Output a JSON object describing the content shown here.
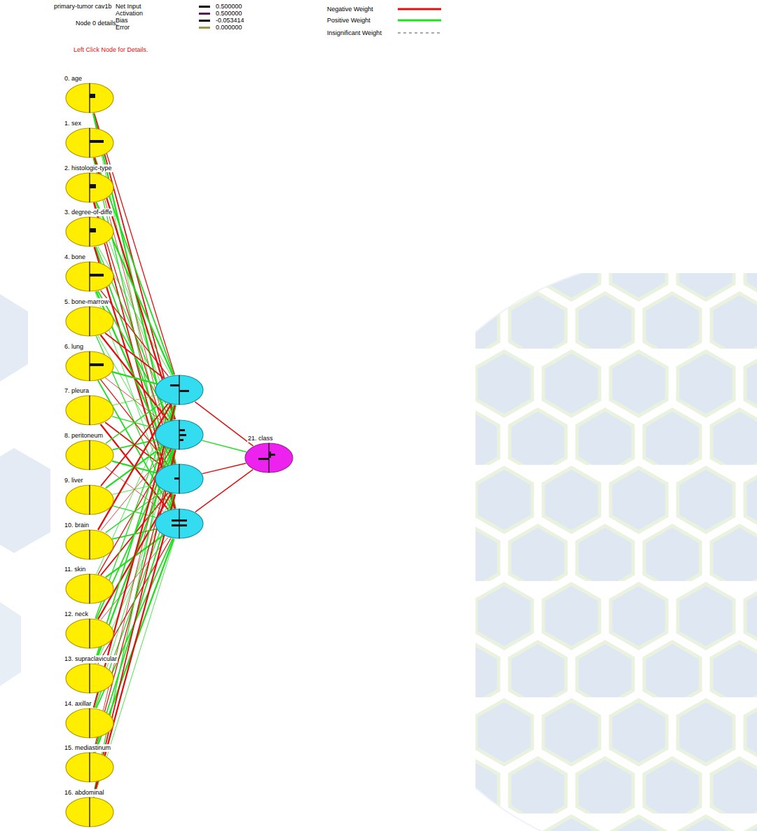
{
  "diagram": {
    "nodes": [
      {
        "text": [
          "0. age"
        ]
      },
      {
        "text": [
          "1. sex"
        ]
      },
      {
        "text": [
          "2. histologic-type"
        ]
      },
      {
        "text": [
          "3. degree-of-diffe"
        ]
      },
      {
        "text": [
          "4. bone"
        ]
      },
      {
        "text": [
          "5. bone-marrow"
        ]
      },
      {
        "text": [
          "6. lung"
        ]
      },
      {
        "text": [
          "7. pleura"
        ]
      },
      {
        "text": [
          "8. peritoneum"
        ]
      },
      {
        "text": [
          "9. liver"
        ]
      },
      {
        "text": [
          "10. brain"
        ]
      },
      {
        "text": [
          "11. skin"
        ]
      },
      {
        "text": [
          "12. neck"
        ]
      },
      {
        "text": [
          "13. supraclavicular"
        ]
      },
      {
        "text": [
          "14. axillar"
        ]
      },
      {
        "text": [
          "15. mediastinum"
        ]
      },
      {
        "text": [
          "16. abdominal"
        ]
      },
      {
        "text": []
      },
      {
        "text": []
      },
      {
        "text": []
      },
      {
        "text": []
      },
      {
        "text": [
          "21. class"
        ]
      }
    ],
    "edges": [
      {
        "from": 0,
        "to": 17,
        "arrow": "none"
      },
      {
        "from": 0,
        "to": 18,
        "arrow": "none"
      },
      {
        "from": 0,
        "to": 19,
        "arrow": "none"
      },
      {
        "from": 0,
        "to": 20,
        "arrow": "none"
      },
      {
        "from": 1,
        "to": 17,
        "arrow": "none"
      },
      {
        "from": 1,
        "to": 18,
        "arrow": "none"
      },
      {
        "from": 1,
        "to": 19,
        "arrow": "none"
      },
      {
        "from": 1,
        "to": 20,
        "arrow": "none"
      },
      {
        "from": 2,
        "to": 17,
        "arrow": "none"
      },
      {
        "from": 2,
        "to": 18,
        "arrow": "none"
      },
      {
        "from": 2,
        "to": 19,
        "arrow": "none"
      },
      {
        "from": 2,
        "to": 20,
        "arrow": "none"
      },
      {
        "from": 3,
        "to": 17,
        "arrow": "none"
      },
      {
        "from": 3,
        "to": 18,
        "arrow": "none"
      },
      {
        "from": 3,
        "to": 19,
        "arrow": "none"
      },
      {
        "from": 3,
        "to": 20,
        "arrow": "none"
      },
      {
        "from": 4,
        "to": 17,
        "arrow": "none"
      },
      {
        "from": 4,
        "to": 18,
        "arrow": "none"
      },
      {
        "from": 4,
        "to": 19,
        "arrow": "none"
      },
      {
        "from": 4,
        "to": 20,
        "arrow": "none"
      },
      {
        "from": 5,
        "to": 17,
        "arrow": "none"
      },
      {
        "from": 5,
        "to": 18,
        "arrow": "none"
      },
      {
        "from": 5,
        "to": 19,
        "arrow": "none"
      },
      {
        "from": 5,
        "to": 20,
        "arrow": "none"
      },
      {
        "from": 6,
        "to": 17,
        "arrow": "none"
      },
      {
        "from": 6,
        "to": 18,
        "arrow": "none"
      },
      {
        "from": 6,
        "to": 19,
        "arrow": "none"
      },
      {
        "from": 6,
        "to": 20,
        "arrow": "none"
      },
      {
        "from": 7,
        "to": 17,
        "arrow": "none"
      },
      {
        "from": 7,
        "to": 18,
        "arrow": "none"
      },
      {
        "from": 7,
        "to": 19,
        "arrow": "none"
      },
      {
        "from": 7,
        "to": 20,
        "arrow": "none"
      },
      {
        "from": 8,
        "to": 17,
        "arrow": "none"
      },
      {
        "from": 8,
        "to": 18,
        "arrow": "none"
      },
      {
        "from": 8,
        "to": 19,
        "arrow": "none"
      },
      {
        "from": 8,
        "to": 20,
        "arrow": "none"
      },
      {
        "from": 9,
        "to": 17,
        "arrow": "none"
      },
      {
        "from": 9,
        "to": 18,
        "arrow": "none"
      },
      {
        "from": 9,
        "to": 19,
        "arrow": "none"
      },
      {
        "from": 9,
        "to": 20,
        "arrow": "none"
      },
      {
        "from": 10,
        "to": 17,
        "arrow": "none"
      },
      {
        "from": 10,
        "to": 18,
        "arrow": "none"
      },
      {
        "from": 10,
        "to": 19,
        "arrow": "none"
      },
      {
        "from": 10,
        "to": 20,
        "arrow": "none"
      },
      {
        "from": 11,
        "to": 17,
        "arrow": "none"
      },
      {
        "from": 11,
        "to": 18,
        "arrow": "none"
      },
      {
        "from": 11,
        "to": 19,
        "arrow": "none"
      },
      {
        "from": 11,
        "to": 20,
        "arrow": "none"
      },
      {
        "from": 12,
        "to": 17,
        "arrow": "none"
      },
      {
        "from": 12,
        "to": 18,
        "arrow": "none"
      },
      {
        "from": 12,
        "to": 19,
        "arrow": "none"
      },
      {
        "from": 12,
        "to": 20,
        "arrow": "none"
      },
      {
        "from": 13,
        "to": 17,
        "arrow": "none"
      },
      {
        "from": 13,
        "to": 18,
        "arrow": "none"
      },
      {
        "from": 13,
        "to": 19,
        "arrow": "none"
      },
      {
        "from": 13,
        "to": 20,
        "arrow": "none"
      },
      {
        "from": 14,
        "to": 17,
        "arrow": "none"
      },
      {
        "from": 14,
        "to": 18,
        "arrow": "none"
      },
      {
        "from": 14,
        "to": 19,
        "arrow": "none"
      },
      {
        "from": 14,
        "to": 20,
        "arrow": "none"
      },
      {
        "from": 15,
        "to": 17,
        "arrow": "none"
      },
      {
        "from": 15,
        "to": 18,
        "arrow": "none"
      },
      {
        "from": 15,
        "to": 19,
        "arrow": "none"
      },
      {
        "from": 15,
        "to": 20,
        "arrow": "none"
      },
      {
        "from": 16,
        "to": 17,
        "arrow": "none"
      },
      {
        "from": 16,
        "to": 18,
        "arrow": "none"
      },
      {
        "from": 16,
        "to": 19,
        "arrow": "none"
      },
      {
        "from": 16,
        "to": 20,
        "arrow": "none"
      },
      {
        "from": 17,
        "to": 21,
        "arrow": "none"
      },
      {
        "from": 18,
        "to": 21,
        "arrow": "none"
      },
      {
        "from": 19,
        "to": 21,
        "arrow": "none"
      },
      {
        "from": 20,
        "to": 21,
        "arrow": "none"
      }
    ],
    "labels": [
      "primary-tumor cav1b",
      "Node 0 details.",
      "Net Input",
      "0.500000",
      "Activation",
      "0.500000",
      "Bias",
      "-0.053414",
      "Error",
      "0.000000",
      "Left Click Node for Details."
    ],
    "legend": [
      {
        "text": "Negative Weight"
      },
      {
        "text": "Positive Weight"
      },
      {
        "text": "Insignificant Weight"
      }
    ]
  }
}
